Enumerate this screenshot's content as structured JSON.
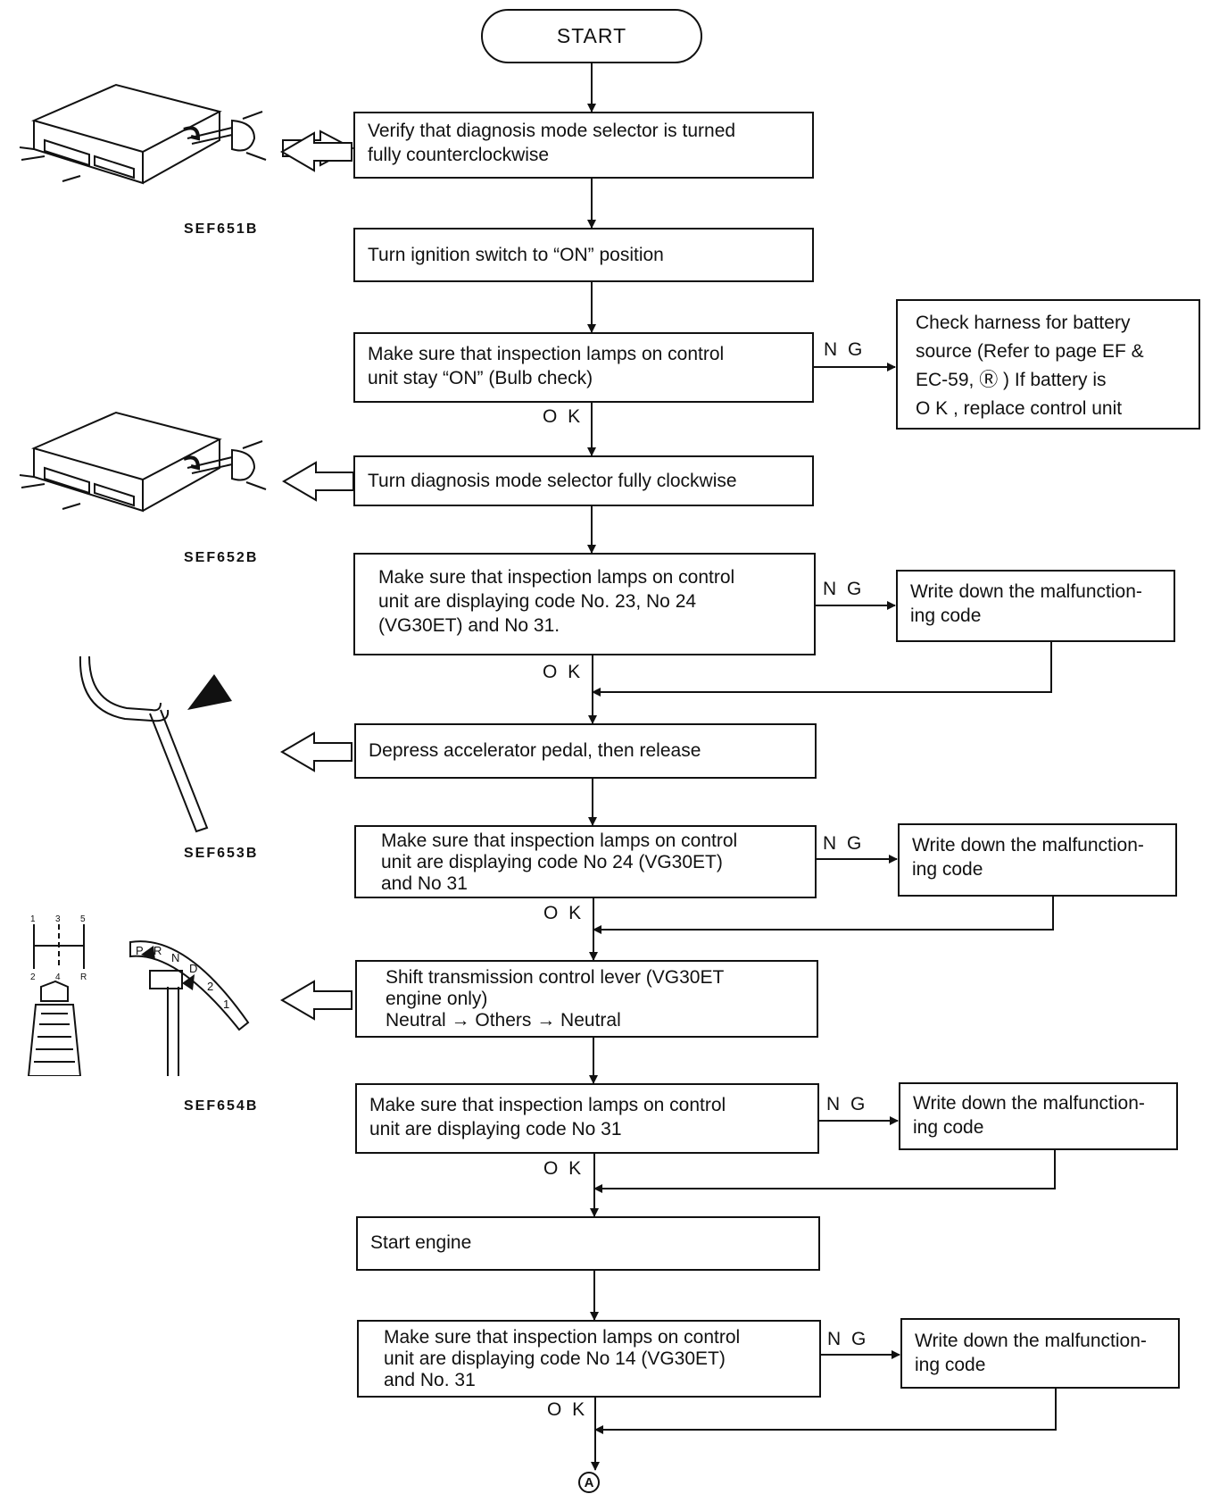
{
  "start_label": "START",
  "steps": [
    {
      "lines": [
        "Verify that diagnosis mode selector is turned",
        "fully counterclockwise"
      ]
    },
    {
      "lines": [
        "Turn ignition switch to “ON” position"
      ]
    },
    {
      "lines": [
        "Make sure that inspection lamps on control",
        "unit stay “ON”  (Bulb check)"
      ]
    },
    {
      "lines": [
        "Turn diagnosis mode selector fully clockwise"
      ]
    },
    {
      "lines": [
        "Make sure that inspection lamps on control",
        "unit are displaying code No. 23, No  24",
        "(VG30ET) and No  31."
      ]
    },
    {
      "lines": [
        "Depress accelerator pedal, then release"
      ]
    },
    {
      "lines": [
        "Make sure that inspection lamps on control",
        "unit are displaying code No  24 (VG30ET)",
        "and No  31"
      ]
    },
    {
      "lines": [
        "Shift transmission control lever (VG30ET",
        "engine only)",
        "Neutral → Others → Neutral"
      ]
    },
    {
      "lines": [
        "Make sure that inspection lamps on control",
        "unit are displaying code No  31"
      ]
    },
    {
      "lines": [
        "Start engine"
      ]
    },
    {
      "lines": [
        "Make sure that inspection lamps on control",
        "unit are displaying code No  14 (VG30ET)",
        "and No. 31"
      ]
    }
  ],
  "side_boxes": [
    {
      "lines": [
        "Check harness for battery",
        "source  (Refer to page EF &",
        "EC-59, Ⓡ ) If battery is",
        "O K , replace control unit"
      ]
    },
    {
      "lines": [
        "Write down the malfunction-",
        "ing code"
      ]
    },
    {
      "lines": [
        "Write down the malfunction-",
        "ing code"
      ]
    },
    {
      "lines": [
        "Write down the malfunction-",
        "ing code"
      ]
    },
    {
      "lines": [
        "Write down the malfunction-",
        "ing code"
      ]
    }
  ],
  "ng_label": "N G",
  "ok_label": "O K",
  "figure_refs": [
    "SEF651B",
    "SEF652B",
    "SEF653B",
    "SEF654B"
  ],
  "shift_pattern_digits": [
    "1",
    "3",
    "5",
    "2",
    "4",
    "R"
  ],
  "gate_letters": [
    "P",
    "R",
    "N",
    "D",
    "2",
    "1"
  ],
  "connector_label": "A"
}
